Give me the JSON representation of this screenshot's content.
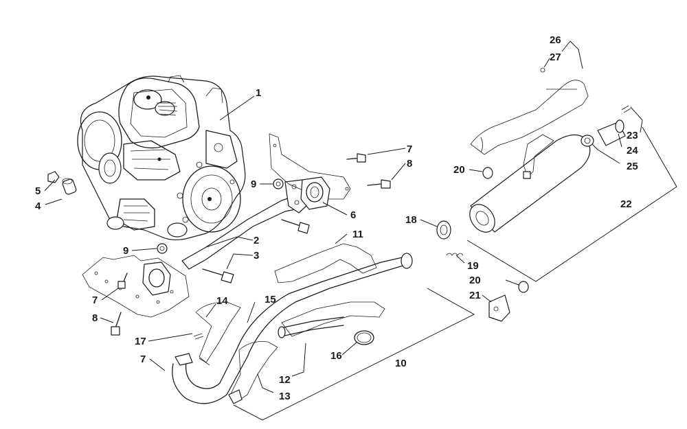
{
  "callouts": [
    {
      "id": "c1",
      "text": "1"
    },
    {
      "id": "c2",
      "text": "2"
    },
    {
      "id": "c3",
      "text": "3"
    },
    {
      "id": "c4",
      "text": "4"
    },
    {
      "id": "c5",
      "text": "5"
    },
    {
      "id": "c6",
      "text": "6"
    },
    {
      "id": "c7a",
      "text": "7"
    },
    {
      "id": "c7b",
      "text": "7"
    },
    {
      "id": "c7c",
      "text": "7"
    },
    {
      "id": "c8a",
      "text": "8"
    },
    {
      "id": "c8b",
      "text": "8"
    },
    {
      "id": "c9a",
      "text": "9"
    },
    {
      "id": "c9b",
      "text": "9"
    },
    {
      "id": "c10",
      "text": "10"
    },
    {
      "id": "c11",
      "text": "11"
    },
    {
      "id": "c12",
      "text": "12"
    },
    {
      "id": "c13",
      "text": "13"
    },
    {
      "id": "c14",
      "text": "14"
    },
    {
      "id": "c15",
      "text": "15"
    },
    {
      "id": "c16",
      "text": "16"
    },
    {
      "id": "c17",
      "text": "17"
    },
    {
      "id": "c18",
      "text": "18"
    },
    {
      "id": "c19",
      "text": "19"
    },
    {
      "id": "c20a",
      "text": "20"
    },
    {
      "id": "c20b",
      "text": "20"
    },
    {
      "id": "c21",
      "text": "21"
    },
    {
      "id": "c22",
      "text": "22"
    },
    {
      "id": "c23",
      "text": "23"
    },
    {
      "id": "c24",
      "text": "24"
    },
    {
      "id": "c25",
      "text": "25"
    },
    {
      "id": "c26",
      "text": "26"
    },
    {
      "id": "c27",
      "text": "27"
    }
  ],
  "colors": {
    "ink": "#1a1a1a",
    "background": "#ffffff"
  }
}
